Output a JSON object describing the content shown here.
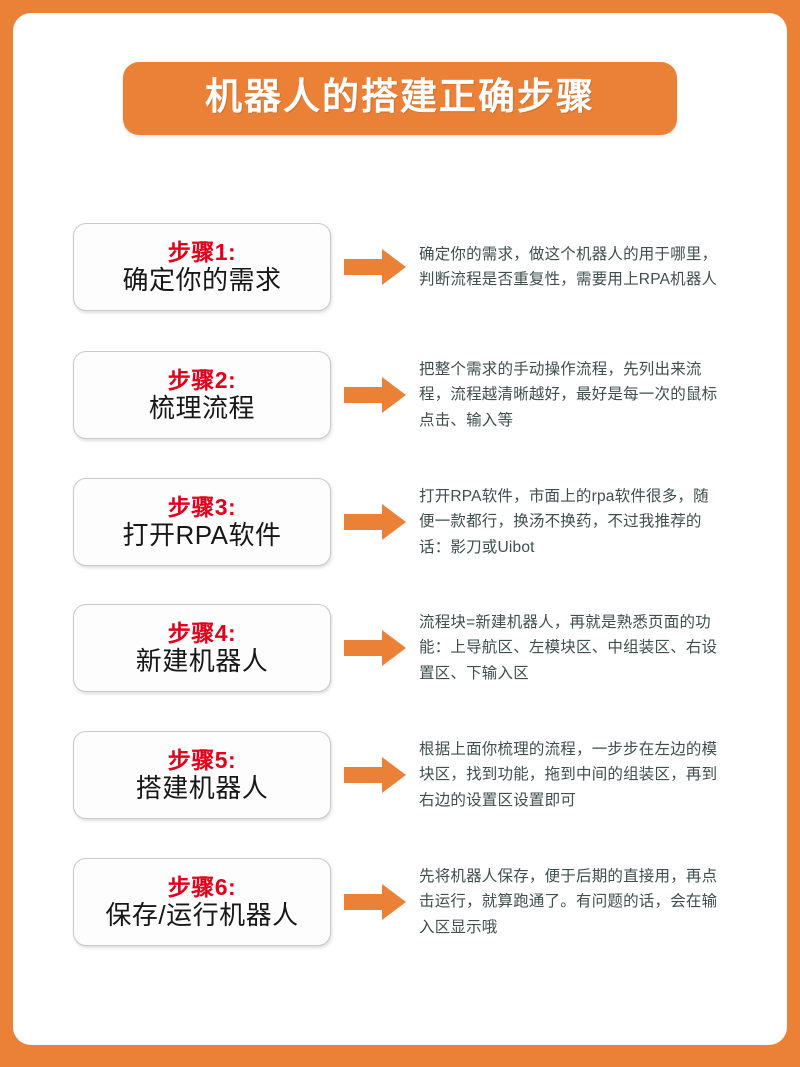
{
  "theme": {
    "frame_color": "#ea8137",
    "accent_orange": "#ea8137",
    "step_label_red": "#e3001b",
    "title_text_color": "#ffffff",
    "desc_text_color": "#3f4f4c",
    "card_bg": "#fdfdfd",
    "card_border": "#c9c9c9"
  },
  "header": {
    "title": "机器人的搭建正确步骤"
  },
  "steps": [
    {
      "label": "步骤1:",
      "title": "确定你的需求",
      "arrow_icon": "arrow-right-icon",
      "description": "确定你的需求，做这个机器人的用于哪里，判断流程是否重复性，需要用上RPA机器人"
    },
    {
      "label": "步骤2:",
      "title": "梳理流程",
      "arrow_icon": "arrow-right-icon",
      "description": "把整个需求的手动操作流程，先列出来流程，流程越清晰越好，最好是每一次的鼠标点击、输入等"
    },
    {
      "label": "步骤3:",
      "title": "打开RPA软件",
      "arrow_icon": "arrow-right-icon",
      "description": "打开RPA软件，市面上的rpa软件很多，随便一款都行，换汤不换药，不过我推荐的话：影刀或Uibot"
    },
    {
      "label": "步骤4:",
      "title": "新建机器人",
      "arrow_icon": "arrow-right-icon",
      "description": "流程块=新建机器人，再就是熟悉页面的功能：上导航区、左模块区、中组装区、右设置区、下输入区"
    },
    {
      "label": "步骤5:",
      "title": "搭建机器人",
      "arrow_icon": "arrow-right-icon",
      "description": "根据上面你梳理的流程，一步步在左边的模块区，找到功能，拖到中间的组装区，再到右边的设置区设置即可"
    },
    {
      "label": "步骤6:",
      "title": "保存/运行机器人",
      "arrow_icon": "arrow-right-icon",
      "description": "先将机器人保存，便于后期的直接用，再点击运行，就算跑通了。有问题的话，会在输入区显示哦"
    }
  ]
}
